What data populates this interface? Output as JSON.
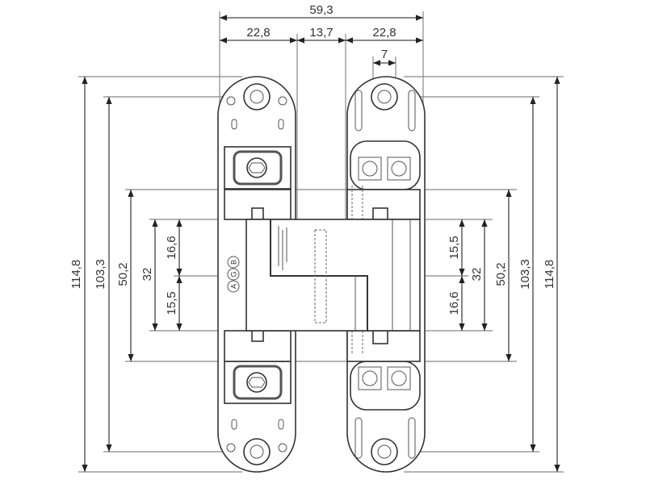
{
  "drawing": {
    "title": "Concealed hinge dimension drawing",
    "horizontal_dims": {
      "overall_width": "59,3",
      "left_plate_width": "22,8",
      "gap_width": "13,7",
      "right_plate_width": "22,8",
      "hole_spacing": "7"
    },
    "left_vertical_dims": {
      "overall_height": "114,8",
      "hole_center_distance": "103,3",
      "body_height": "50,2",
      "center_height": "32",
      "upper_half": "16,6",
      "lower_half": "15,5"
    },
    "right_vertical_dims": {
      "overall_height": "114,8",
      "hole_center_distance": "103,3",
      "body_height": "50,2",
      "center_height": "32",
      "upper_half": "15,5",
      "lower_half": "16,6"
    },
    "logo_text": "AGB",
    "colors": {
      "line": "#333333",
      "extension": "#888888"
    }
  }
}
